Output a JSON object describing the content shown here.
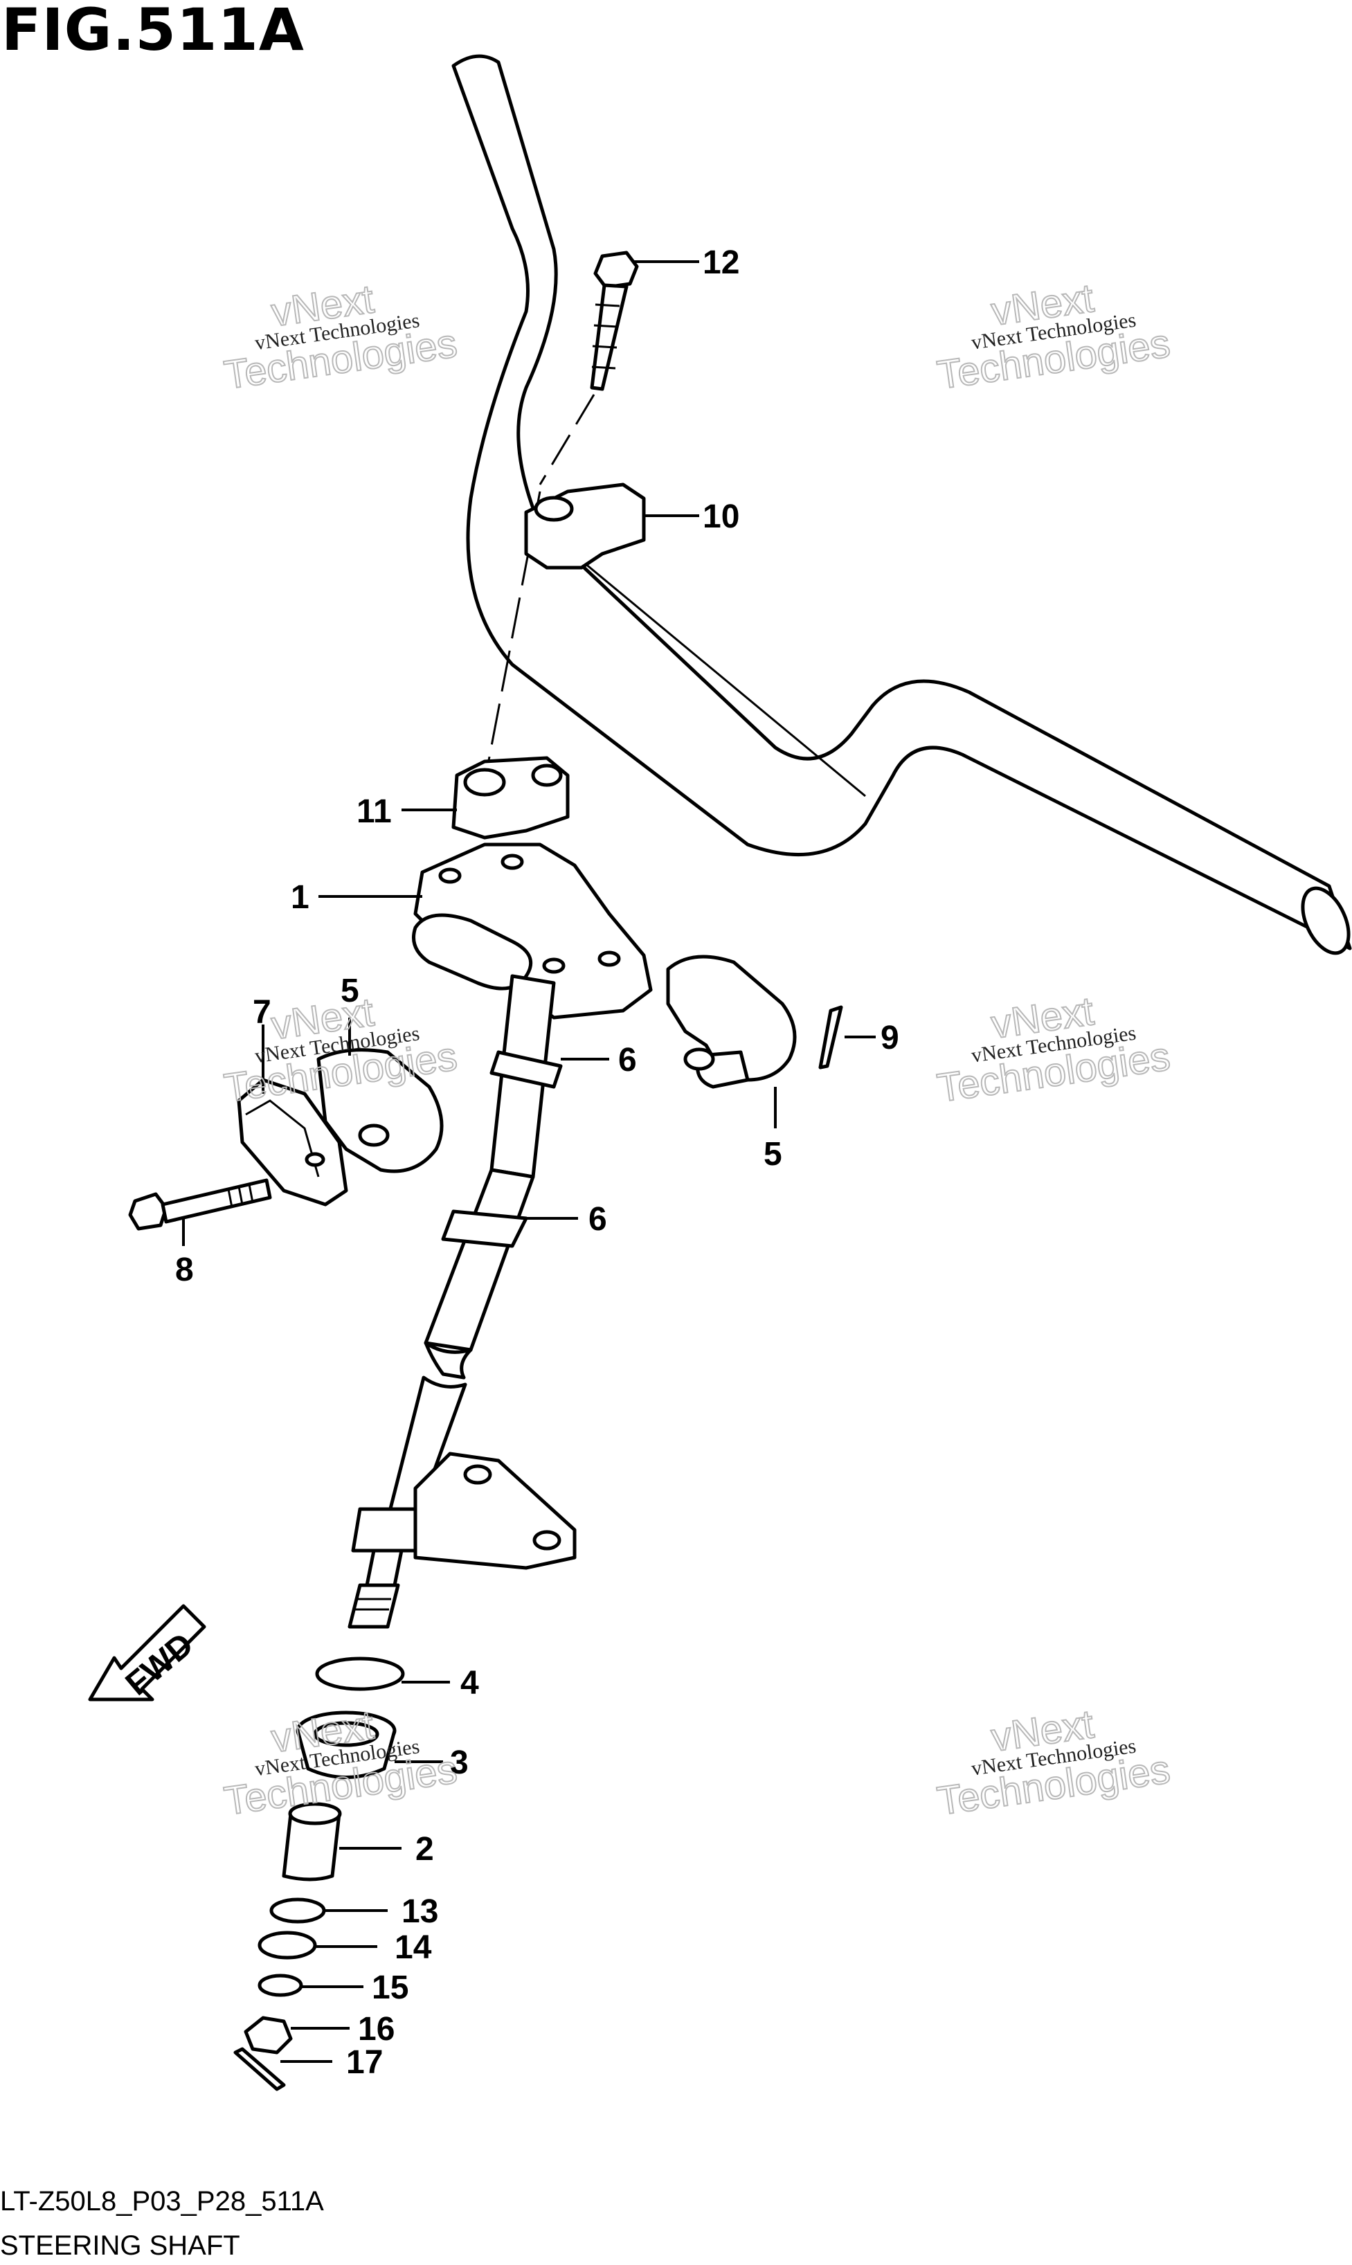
{
  "figure": {
    "title": "FIG.511A",
    "code": "LT-Z50L8_P03_P28_511A",
    "name": "STEERING SHAFT"
  },
  "fwd_label": "FWD",
  "watermark": {
    "small": "vNext Technologies",
    "large_line1": "vNext",
    "large_line2": "Technologies"
  },
  "callouts": {
    "c12": "12",
    "c10": "10",
    "c11": "11",
    "c1": "1",
    "c7": "7",
    "c5a": "5",
    "c6a": "6",
    "c5b": "5",
    "c9": "9",
    "c6b": "6",
    "c8": "8",
    "c4": "4",
    "c3": "3",
    "c2": "2",
    "c13": "13",
    "c14": "14",
    "c15": "15",
    "c16": "16",
    "c17": "17"
  }
}
